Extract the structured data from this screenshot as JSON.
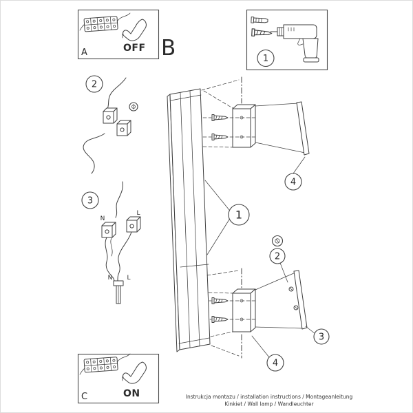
{
  "page": {
    "background": "#ffffff",
    "ink": "#3f3f3f"
  },
  "panel_a": {
    "letter": "A",
    "switch_label": "OFF"
  },
  "panel_c": {
    "letter": "C",
    "switch_label": "ON"
  },
  "section_b": {
    "letter": "B"
  },
  "tools_panel": {
    "step": "1"
  },
  "steps": {
    "wiring_open": "2",
    "wiring_connect": "3"
  },
  "callouts": {
    "lamp": "1",
    "bracket_top": "4",
    "screws": "2",
    "plate": "3",
    "bracket_bottom": "4"
  },
  "wiring_labels": {
    "n_upper": "N",
    "l_upper": "L",
    "n_lower": "N",
    "l_lower": "L"
  },
  "footer": {
    "line1": "Instrukcja montazu / installation instructions / Montageanleitung",
    "line2": "Kinkiet / Wall lamp / Wandleuchter"
  }
}
